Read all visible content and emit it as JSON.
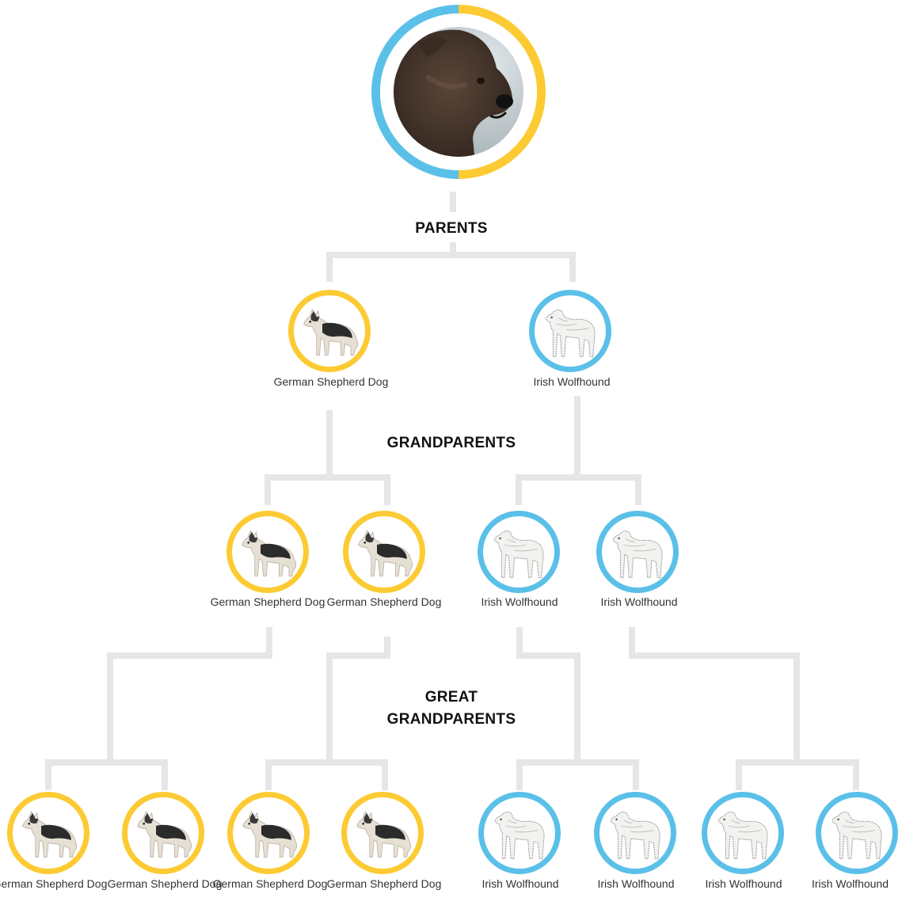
{
  "colors": {
    "german_shepherd": "#fccb33",
    "irish_wolfhound": "#5bc0e8",
    "connector": "#e6e6e6"
  },
  "root": {
    "image": "brown-puppy-photo"
  },
  "labels": {
    "parents": "PARENTS",
    "grandparents": "GRANDPARENTS",
    "great_grandparents_line1": "GREAT",
    "great_grandparents_line2": "GRANDPARENTS"
  },
  "parents": [
    {
      "breed": "German Shepherd Dog",
      "icon": "german-shepherd-icon"
    },
    {
      "breed": "Irish Wolfhound",
      "icon": "irish-wolfhound-icon"
    }
  ],
  "grandparents": [
    {
      "breed": "German Shepherd Dog",
      "icon": "german-shepherd-icon"
    },
    {
      "breed": "German Shepherd Dog",
      "icon": "german-shepherd-icon"
    },
    {
      "breed": "Irish Wolfhound",
      "icon": "irish-wolfhound-icon"
    },
    {
      "breed": "Irish Wolfhound",
      "icon": "irish-wolfhound-icon"
    }
  ],
  "great_grandparents": [
    {
      "breed": "German Shepherd Dog",
      "icon": "german-shepherd-icon"
    },
    {
      "breed": "German Shepherd Dog",
      "icon": "german-shepherd-icon"
    },
    {
      "breed": "German Shepherd Dog",
      "icon": "german-shepherd-icon"
    },
    {
      "breed": "German Shepherd Dog",
      "icon": "german-shepherd-icon"
    },
    {
      "breed": "Irish Wolfhound",
      "icon": "irish-wolfhound-icon"
    },
    {
      "breed": "Irish Wolfhound",
      "icon": "irish-wolfhound-icon"
    },
    {
      "breed": "Irish Wolfhound",
      "icon": "irish-wolfhound-icon"
    },
    {
      "breed": "Irish Wolfhound",
      "icon": "irish-wolfhound-icon"
    }
  ]
}
